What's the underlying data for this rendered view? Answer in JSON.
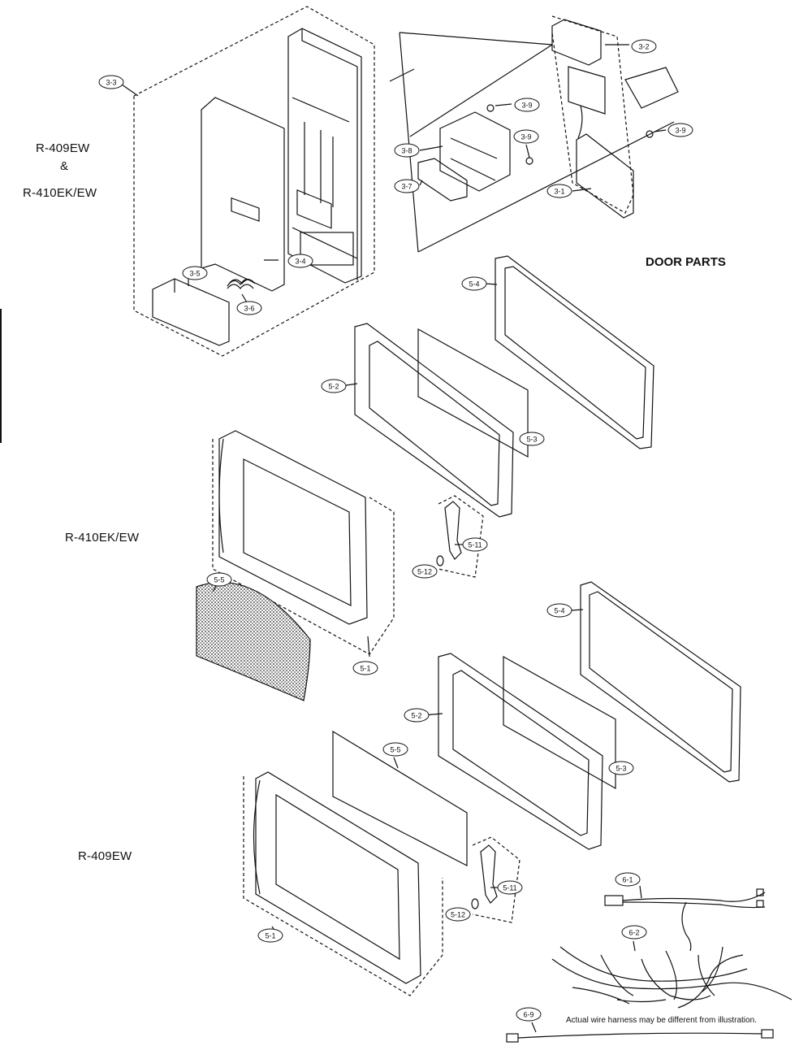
{
  "heading": "DOOR PARTS",
  "model_labels": {
    "control_line1": "R-409EW",
    "control_amp": "&",
    "control_line2": "R-410EK/EW",
    "door_410": "R-410EK/EW",
    "door_409": "R-409EW"
  },
  "note": "Actual wire harness may be different from illustration.",
  "callouts": {
    "c3_3": "3-3",
    "c3_2": "3-2",
    "c3_9a": "3-9",
    "c3_9b": "3-9",
    "c3_9c": "3-9",
    "c3_8": "3-8",
    "c3_7": "3-7",
    "c3_1": "3-1",
    "c3_4": "3-4",
    "c3_5": "3-5",
    "c3_6": "3-6",
    "c5_4a": "5-4",
    "c5_2a": "5-2",
    "c5_3a": "5-3",
    "c5_11a": "5-11",
    "c5_12a": "5-12",
    "c5_5a": "5-5",
    "c5_1a": "5-1",
    "c5_4b": "5-4",
    "c5_2b": "5-2",
    "c5_3b": "5-3",
    "c5_5b": "5-5",
    "c5_11b": "5-11",
    "c5_12b": "5-12",
    "c5_1b": "5-1",
    "c6_1": "6-1",
    "c6_2": "6-2",
    "c6_9": "6-9"
  }
}
